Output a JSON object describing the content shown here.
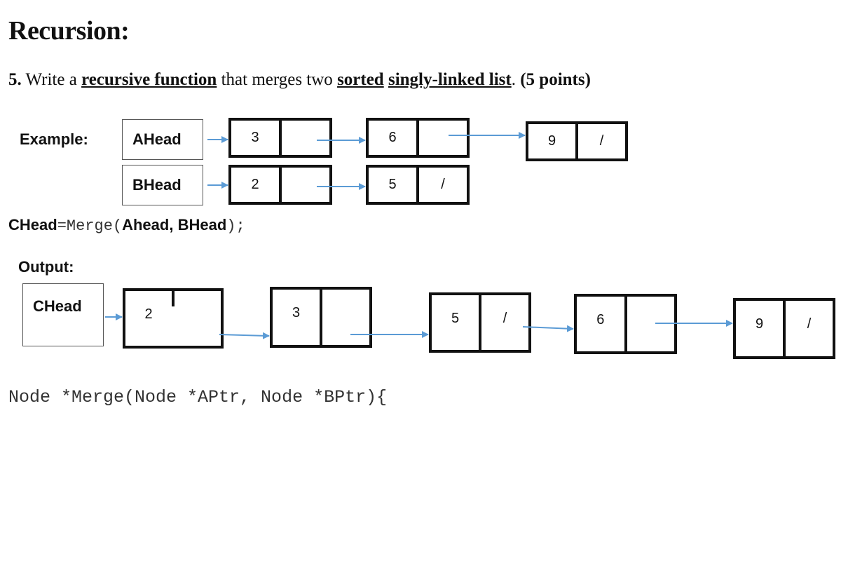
{
  "title": "Recursion:",
  "question": {
    "number": "5.",
    "text1": " Write a ",
    "u1": "recursive function",
    "text2": " that merges two ",
    "u2": "sorted",
    "text3": " ",
    "u3": "singly-linked list",
    "text4": ". ",
    "points": "(5 points)"
  },
  "example_label": "Example:",
  "lists": {
    "a": {
      "head": "AHead",
      "nodes": [
        {
          "val": "3",
          "next": ""
        },
        {
          "val": "6",
          "next": ""
        },
        {
          "val": "9",
          "next": "/"
        }
      ]
    },
    "b": {
      "head": "BHead",
      "nodes": [
        {
          "val": "2",
          "next": ""
        },
        {
          "val": "5",
          "next": "/"
        }
      ]
    }
  },
  "call": {
    "lhs": "CHead",
    "eq": "=",
    "fn": "Merge(",
    "args": "Ahead, BHead",
    "close": ");"
  },
  "output_label": "Output:",
  "output": {
    "head": "CHead",
    "nodes": [
      {
        "val": "2",
        "next": ""
      },
      {
        "val": "3",
        "next": ""
      },
      {
        "val": "5",
        "next": "/"
      },
      {
        "val": "6",
        "next": ""
      },
      {
        "val": "9",
        "next": "/"
      }
    ]
  },
  "signature": "Node *Merge(Node *APtr, Node *BPtr){",
  "colors": {
    "arrow": "#5b9bd5",
    "text": "#111111"
  }
}
